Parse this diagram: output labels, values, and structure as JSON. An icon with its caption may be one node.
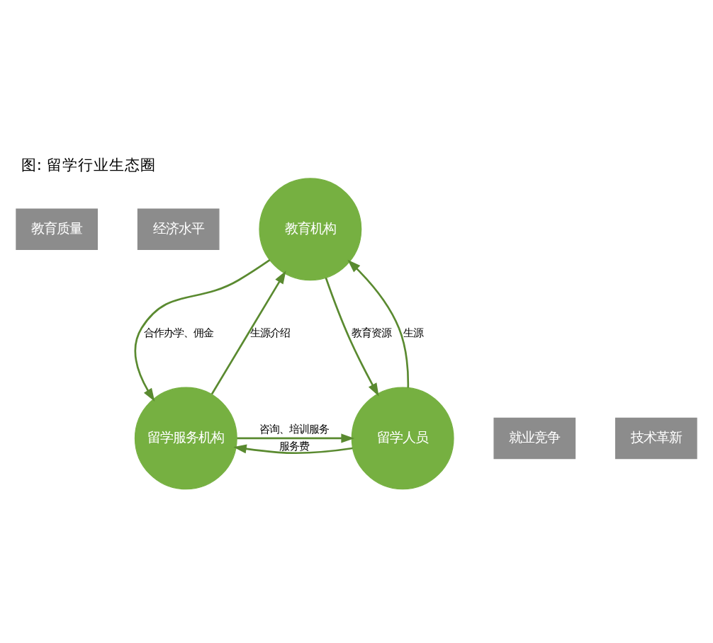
{
  "diagram": {
    "title": "图: 留学行业生态圈",
    "nodes": [
      {
        "text": [
          "教育质量"
        ]
      },
      {
        "text": [
          "经济水平"
        ]
      },
      {
        "text": [
          "教育机构"
        ]
      },
      {
        "text": [
          "留学服务机构"
        ]
      },
      {
        "text": [
          "留学人员"
        ]
      },
      {
        "text": [
          "就业竞争"
        ]
      },
      {
        "text": [
          "技术革新"
        ]
      }
    ],
    "edges": [
      {
        "from": 2,
        "to": 3,
        "arrow": "to",
        "label": "合作办学、佣金"
      },
      {
        "from": 3,
        "to": 2,
        "arrow": "to",
        "label": "生源介绍"
      },
      {
        "from": 2,
        "to": 4,
        "arrow": "to",
        "label": "教育资源"
      },
      {
        "from": 4,
        "to": 2,
        "arrow": "to",
        "label": "生源"
      },
      {
        "from": 4,
        "to": 3,
        "arrow": "to",
        "label": "服务费"
      },
      {
        "from": 3,
        "to": 4,
        "arrow": "to",
        "label": "咨询、培训服务"
      }
    ]
  }
}
